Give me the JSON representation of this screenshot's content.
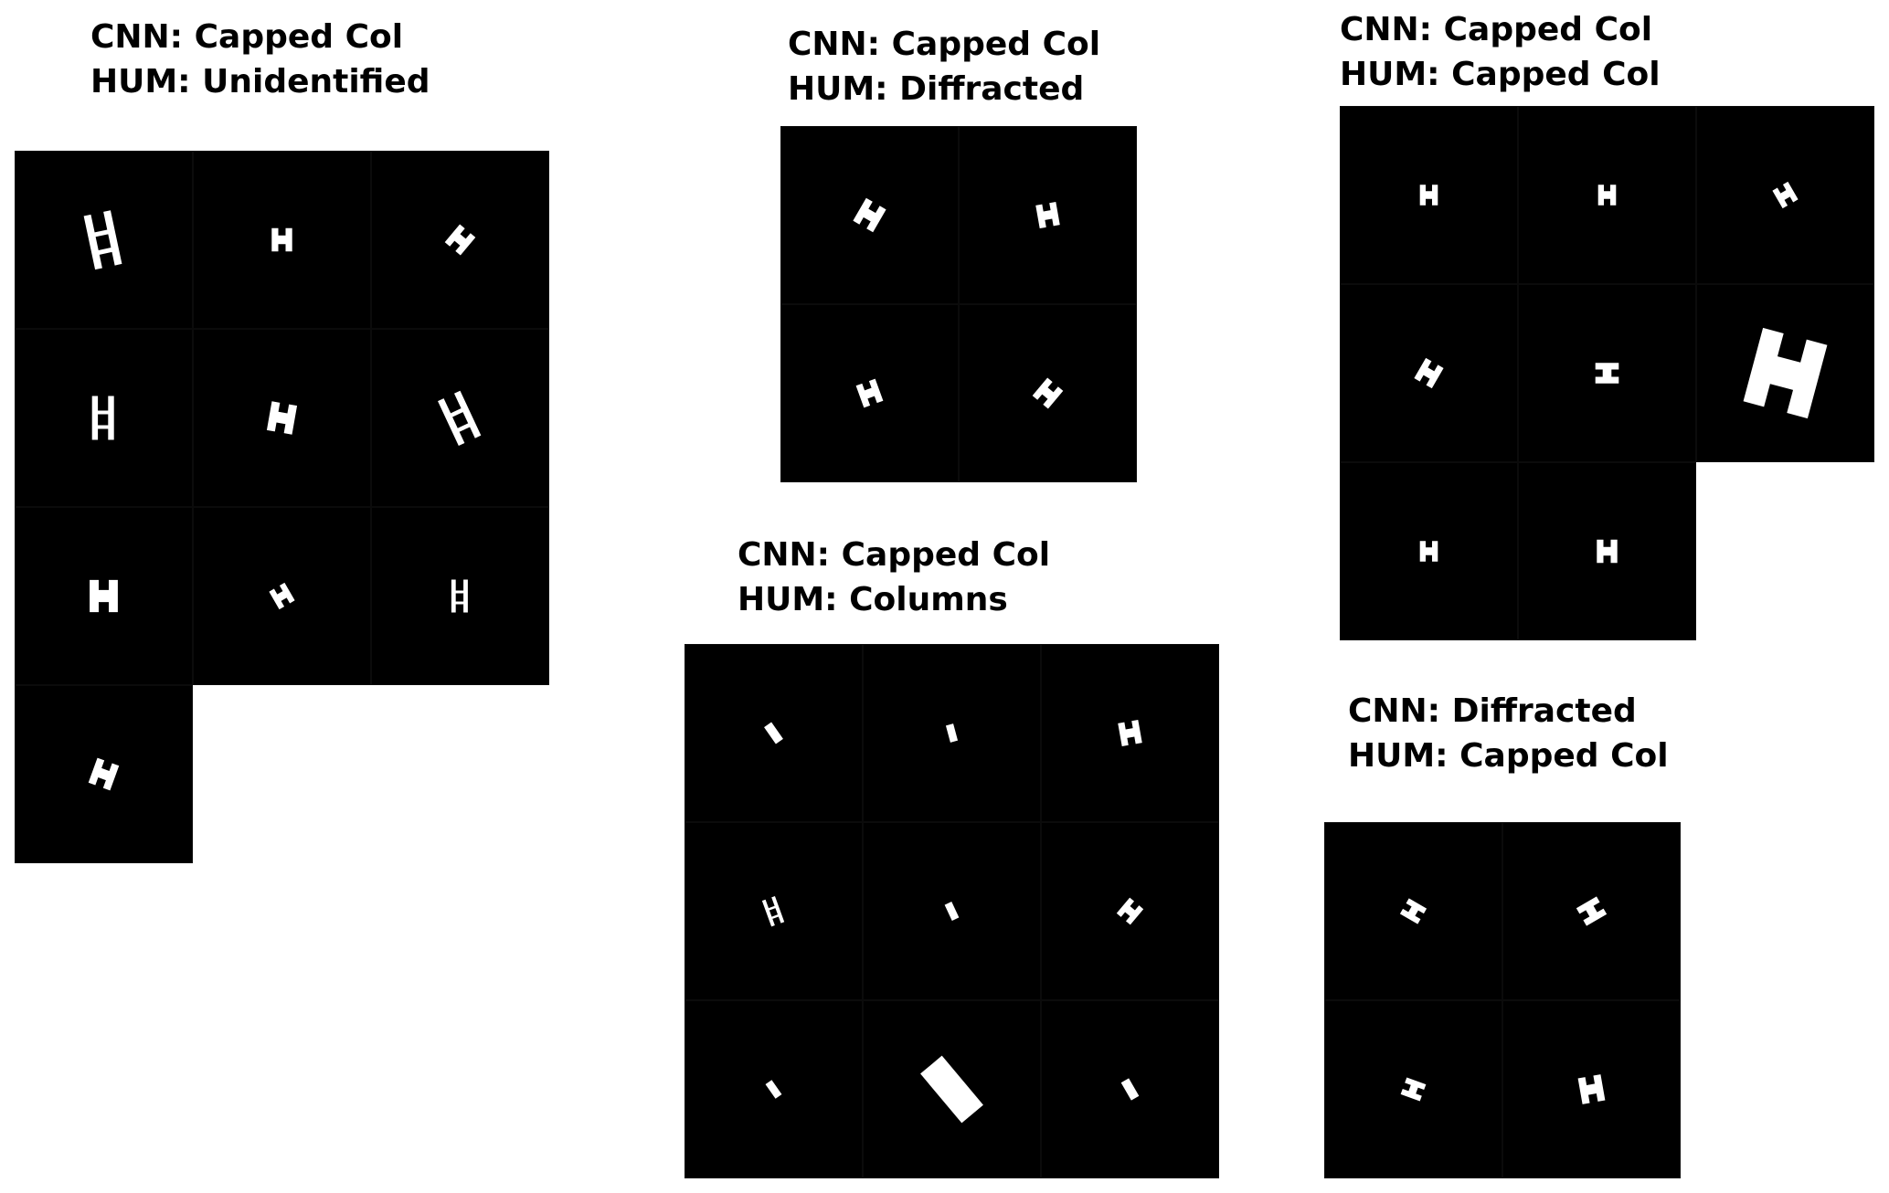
{
  "panels": [
    {
      "id": "p1",
      "cnn": "CNN: Capped Col",
      "hum": "HUM: Unidentified",
      "cols": 3,
      "image_count": 10
    },
    {
      "id": "p2",
      "cnn": "CNN: Capped Col",
      "hum": "HUM: Diffracted",
      "cols": 2,
      "image_count": 4
    },
    {
      "id": "p3",
      "cnn": "CNN: Capped Col",
      "hum": "HUM: Capped Col",
      "cols": 3,
      "image_count": 8
    },
    {
      "id": "p4",
      "cnn": "CNN: Capped Col",
      "hum": "HUM: Columns",
      "cols": 3,
      "image_count": 9
    },
    {
      "id": "p5",
      "cnn": "CNN: Diffracted",
      "hum": "HUM: Capped Col",
      "cols": 2,
      "image_count": 4
    }
  ]
}
